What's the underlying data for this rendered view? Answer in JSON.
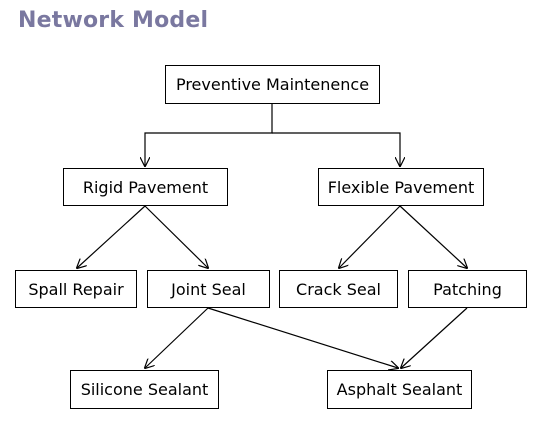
{
  "title": "Network Model",
  "nodes": {
    "root": "Preventive Maintenence",
    "rigid": "Rigid Pavement",
    "flexible": "Flexible Pavement",
    "spall_repair": "Spall Repair",
    "joint_seal": "Joint Seal",
    "crack_seal": "Crack Seal",
    "patching": "Patching",
    "silicone_sealant": "Silicone Sealant",
    "asphalt_sealant": "Asphalt Sealant"
  },
  "colors": {
    "title": "#7a78a0",
    "line": "#000000"
  }
}
